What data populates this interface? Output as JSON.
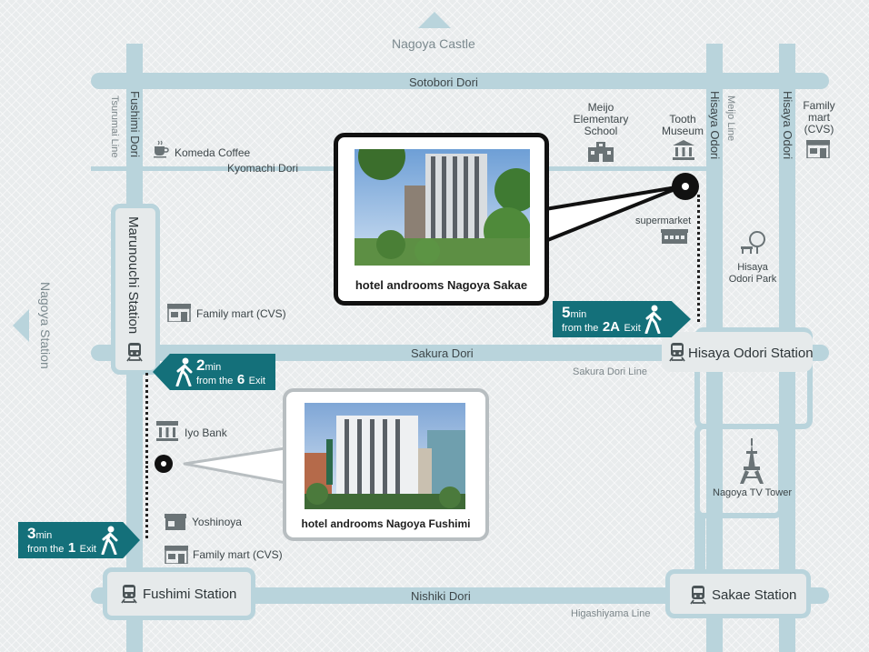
{
  "landmarks": {
    "nagoya_castle": "Nagoya Castle",
    "nagoya_station": "Nagoya Station"
  },
  "roads": {
    "sotobori": "Sotobori Dori",
    "kyomachi": "Kyomachi Dori",
    "sakura": "Sakura Dori",
    "nishiki": "Nishiki Dori",
    "fushimi": "Fushimi Dori",
    "hisaya_odori": "Hisaya Odori",
    "hisaya_odori_2": "Hisaya Odori"
  },
  "lines": {
    "tsurumai": "Tsurumai Line",
    "meijo": "Meijo Line",
    "sakura_dori_line": "Sakura Dori Line",
    "higashiyama": "Higashiyama Line"
  },
  "stations": {
    "marunouchi": "Marunouchi Station",
    "hisaya_odori": "Hisaya Odori Station",
    "fushimi": "Fushimi Station",
    "sakae": "Sakae Station"
  },
  "places": {
    "komeda": "Komeda Coffee",
    "meijo_school": [
      "Meijo",
      "Elementary",
      "School"
    ],
    "tooth_museum": [
      "Tooth",
      "Museum"
    ],
    "family_mart_top": [
      "Family",
      "mart",
      "(CVS)"
    ],
    "supermarket": "supermarket",
    "hisaya_park": [
      "Hisaya",
      "Odori Park"
    ],
    "family_mart_marunouchi": "Family mart (CVS)",
    "iyo_bank": "Iyo Bank",
    "yoshinoya": "Yoshinoya",
    "family_mart_fushimi": "Family mart (CVS)",
    "tv_tower": "Nagoya TV Tower"
  },
  "hotels": {
    "sakae": "hotel androoms Nagoya Sakae",
    "fushimi": "hotel androoms Nagoya Fushimi"
  },
  "walk_badges": {
    "sakae": {
      "minutes": "5",
      "min": "min",
      "from": "from the",
      "exit": "2A",
      "exit_word": "Exit"
    },
    "marunouchi": {
      "minutes": "2",
      "min": "min",
      "from": "from the",
      "exit": "6",
      "exit_word": "Exit"
    },
    "fushimi": {
      "minutes": "3",
      "min": "min",
      "from": "from the",
      "exit": "1",
      "exit_word": "Exit"
    }
  },
  "colors": {
    "road": "#b9d4dc",
    "badge": "#14707a",
    "background": "#e9eced"
  }
}
